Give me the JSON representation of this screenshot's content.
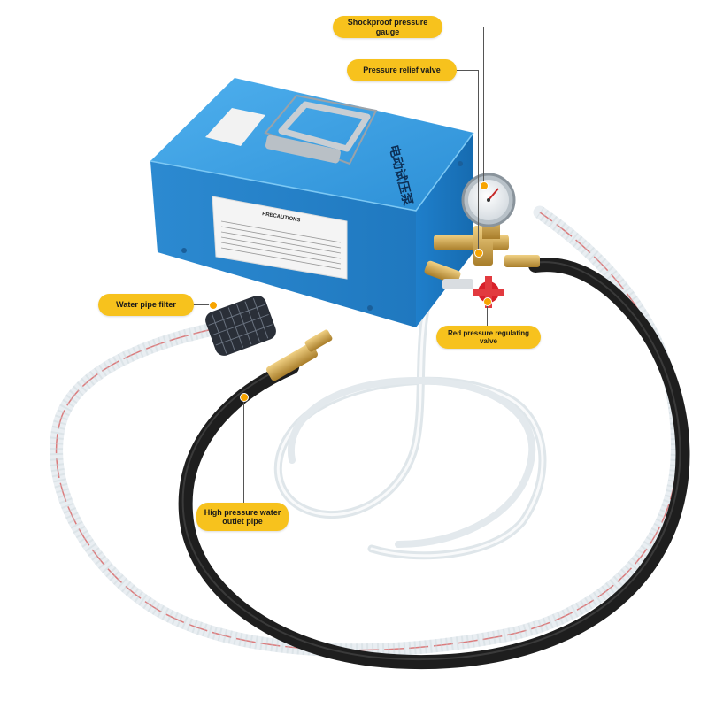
{
  "labels": {
    "gauge": "Shockproof pressure gauge",
    "relief_valve": "Pressure relief valve",
    "filter": "Water pipe filter",
    "regulating_valve": "Red pressure regulating valve",
    "outlet_pipe": "High pressure water outlet pipe"
  },
  "product": {
    "panel_heading": "PRECAUTIONS",
    "side_text": "电动试压泵"
  },
  "colors": {
    "callout": "#f7c21d",
    "leader_dot": "#f7a400",
    "pump_body": "#2a8fd6",
    "hose_black": "#1e1e1e",
    "hose_clear": "#dfe8ee",
    "valve_knob": "#d8202a",
    "brass": "#c9a24a"
  }
}
